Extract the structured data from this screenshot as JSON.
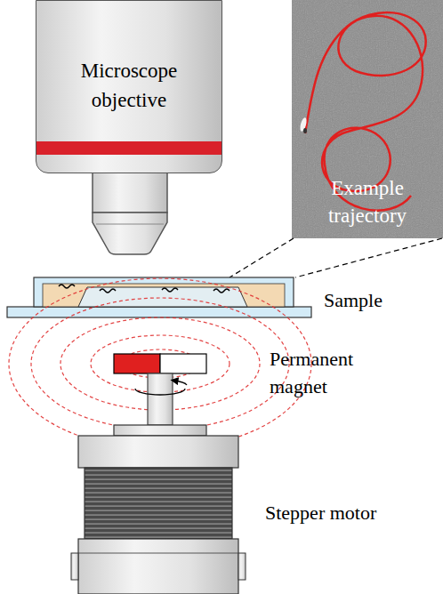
{
  "diagram": {
    "nodes": [
      {
        "text": [
          "Microscope objective"
        ]
      },
      {
        "text": [
          "Example trajectory"
        ]
      }
    ],
    "labels": [
      "Sample",
      "Permanent magnet",
      "Stepper motor"
    ]
  }
}
